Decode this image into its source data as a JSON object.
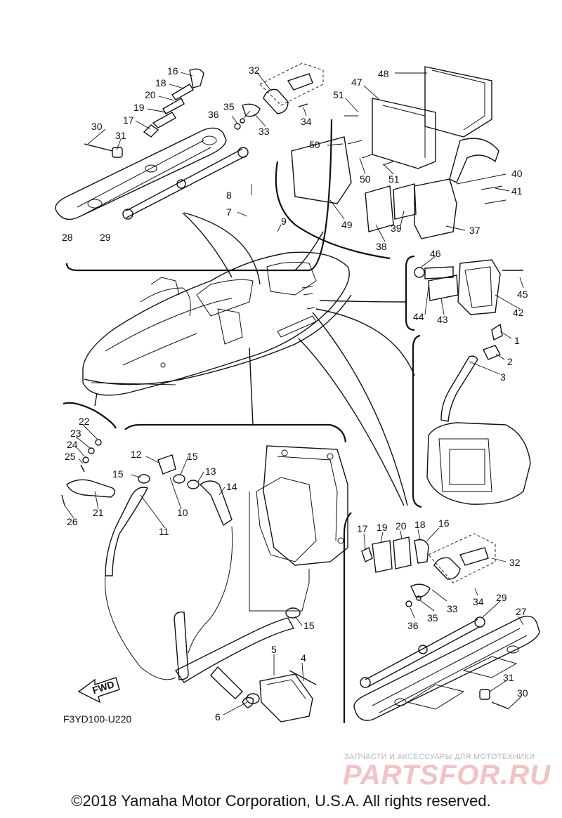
{
  "diagram_code": "F3YD100-U220",
  "fwd_label": "FWD",
  "watermark": {
    "tagline": "ЗАПЧАСТИ И АКСЕССУАРЫ ДЛЯ МОТОТЕХНИКИ",
    "brand": "PARTSFOR.RU"
  },
  "copyright": "©2018 Yamaha Motor Corporation, U.S.A. All rights reserved.",
  "callouts": [
    "1",
    "2",
    "3",
    "4",
    "5",
    "6",
    "7",
    "8",
    "9",
    "10",
    "11",
    "12",
    "13",
    "14",
    "15",
    "16",
    "17",
    "18",
    "19",
    "20",
    "21",
    "22",
    "23",
    "24",
    "25",
    "26",
    "27",
    "28",
    "29",
    "30",
    "31",
    "32",
    "33",
    "34",
    "35",
    "36",
    "37",
    "38",
    "39",
    "40",
    "41",
    "42",
    "43",
    "44",
    "45",
    "46",
    "47",
    "48",
    "49",
    "50",
    "51"
  ]
}
